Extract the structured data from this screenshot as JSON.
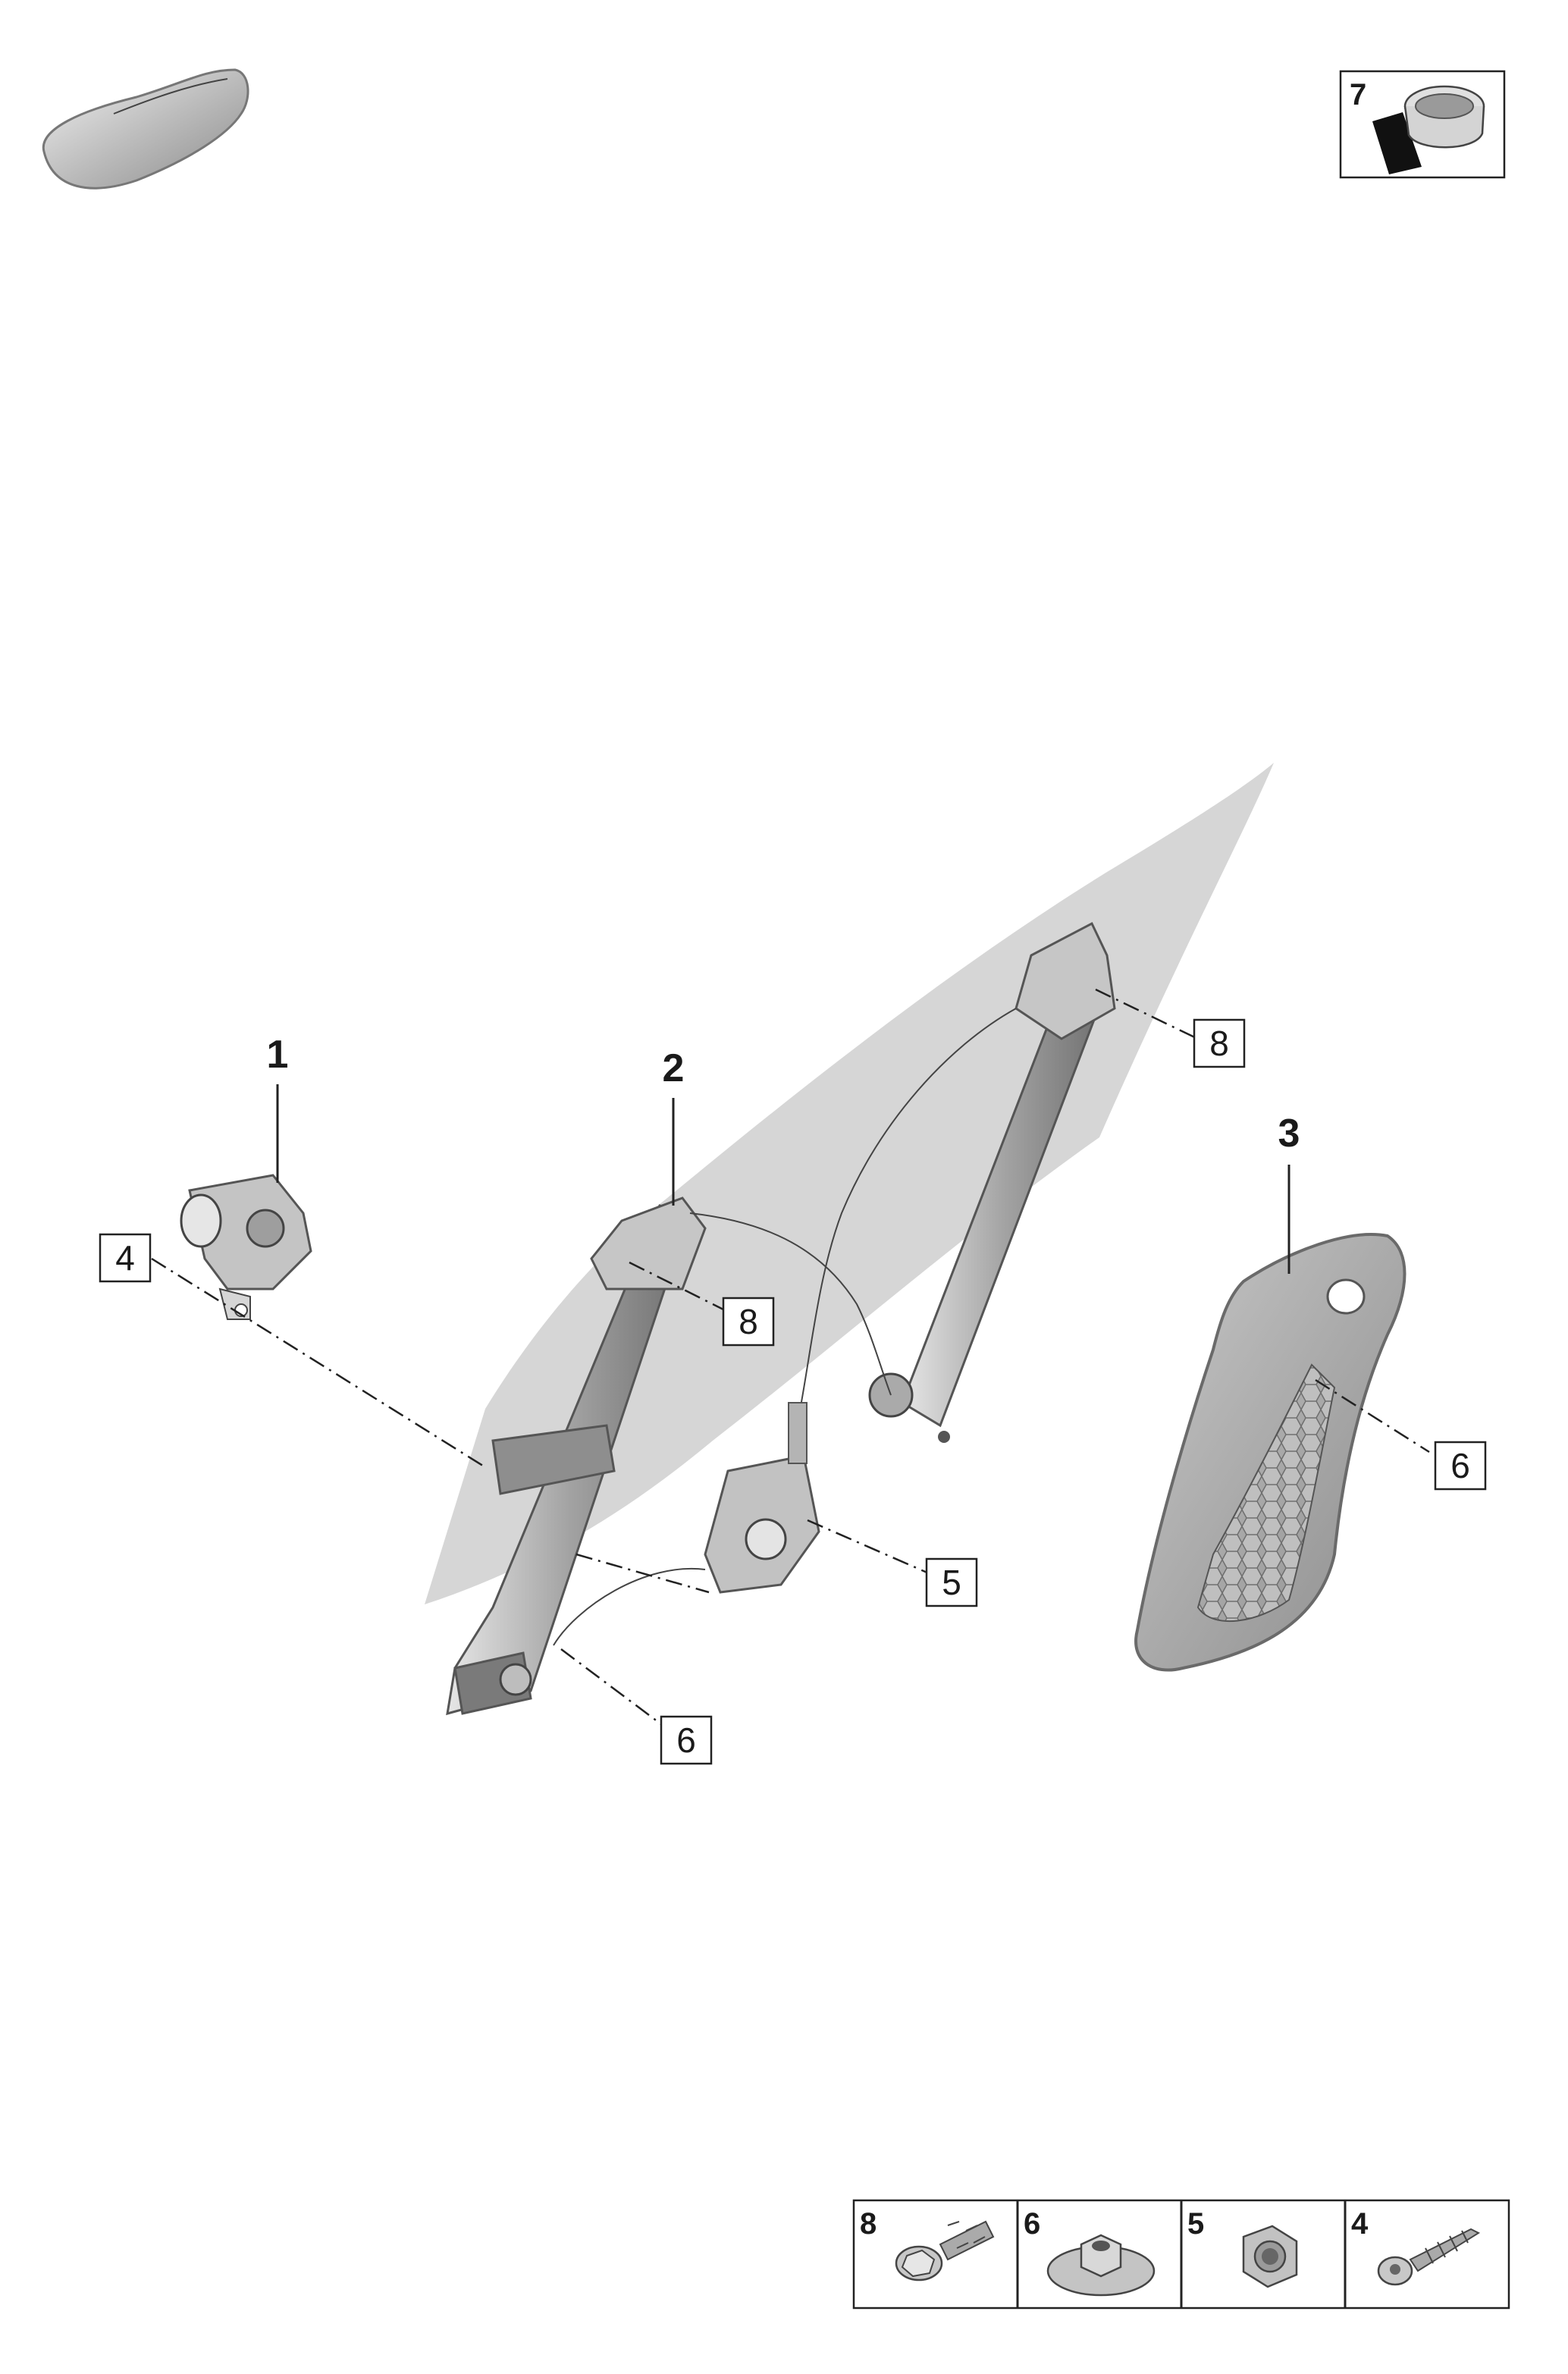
{
  "callouts": {
    "c1": "1",
    "c2": "2",
    "c3": "3",
    "c4": "4",
    "c5": "5",
    "c6a": "6",
    "c6b": "6",
    "c8a": "8",
    "c8b": "8"
  },
  "legend_top": {
    "num": "7"
  },
  "legend_bottom": [
    {
      "num": "8",
      "icon": "bolt-icon"
    },
    {
      "num": "6",
      "icon": "flange-nut-icon"
    },
    {
      "num": "5",
      "icon": "hex-nut-icon"
    },
    {
      "num": "4",
      "icon": "screw-icon"
    }
  ],
  "colors": {
    "glass": "#d0d0d0",
    "metal": "#9a9a9a",
    "panel": "#a8a8a8",
    "line": "#222222"
  }
}
